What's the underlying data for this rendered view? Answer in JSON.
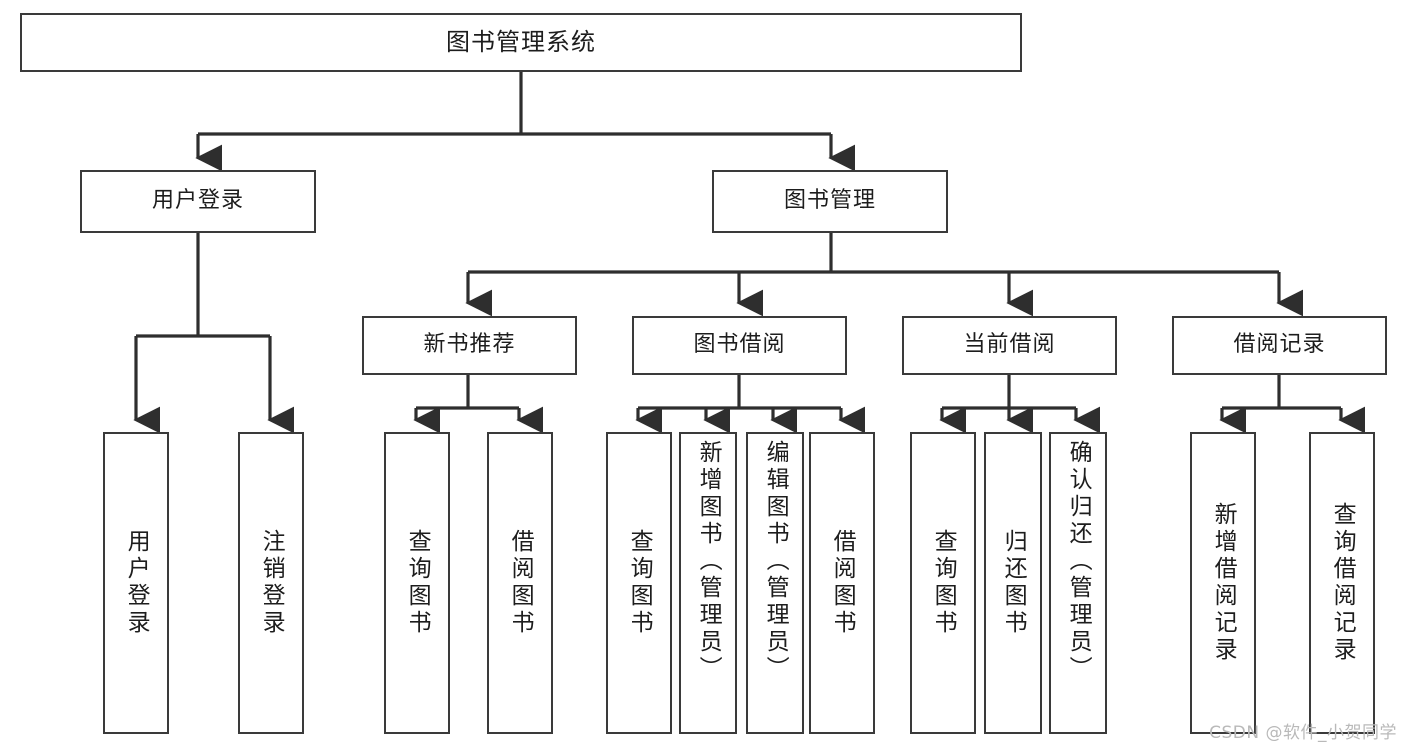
{
  "diagram": {
    "type": "tree-hierarchy-chart",
    "title_node": {
      "label": "图书管理系统"
    },
    "level2": [
      {
        "id": "user-login",
        "label": "用户登录"
      },
      {
        "id": "book-management",
        "label": "图书管理"
      }
    ],
    "level3": [
      {
        "id": "new-book-recommend",
        "label": "新书推荐",
        "parent": "book-management"
      },
      {
        "id": "book-borrow",
        "label": "图书借阅",
        "parent": "book-management"
      },
      {
        "id": "current-borrow",
        "label": "当前借阅",
        "parent": "book-management"
      },
      {
        "id": "borrow-record",
        "label": "借阅记录",
        "parent": "book-management"
      }
    ],
    "leaves": {
      "user_login": [
        {
          "id": "leaf-user-login",
          "label": "用户登录"
        },
        {
          "id": "leaf-user-logout",
          "label": "注销登录"
        }
      ],
      "new_book_recommend": [
        {
          "id": "leaf-query-book-1",
          "label": "查询图书"
        },
        {
          "id": "leaf-borrow-book-1",
          "label": "借阅图书"
        }
      ],
      "book_borrow": [
        {
          "id": "leaf-query-book-2",
          "label": "查询图书"
        },
        {
          "id": "leaf-add-book",
          "label": "新增图书（管理员）"
        },
        {
          "id": "leaf-edit-book",
          "label": "编辑图书（管理员）"
        },
        {
          "id": "leaf-borrow-book-2",
          "label": "借阅图书"
        }
      ],
      "current_borrow": [
        {
          "id": "leaf-query-book-3",
          "label": "查询图书"
        },
        {
          "id": "leaf-return-book",
          "label": "归还图书"
        },
        {
          "id": "leaf-confirm-return",
          "label": "确认归还（管理员）"
        }
      ],
      "borrow_record": [
        {
          "id": "leaf-add-record",
          "label": "新增借阅记录"
        },
        {
          "id": "leaf-query-record",
          "label": "查询借阅记录"
        }
      ]
    },
    "watermark": "CSDN @软件_小贺同学",
    "colors": {
      "stroke": "#3a3a3a",
      "fill": "#ffffff",
      "text": "#1d1d1d",
      "watermark": "#b9b9b9"
    }
  }
}
